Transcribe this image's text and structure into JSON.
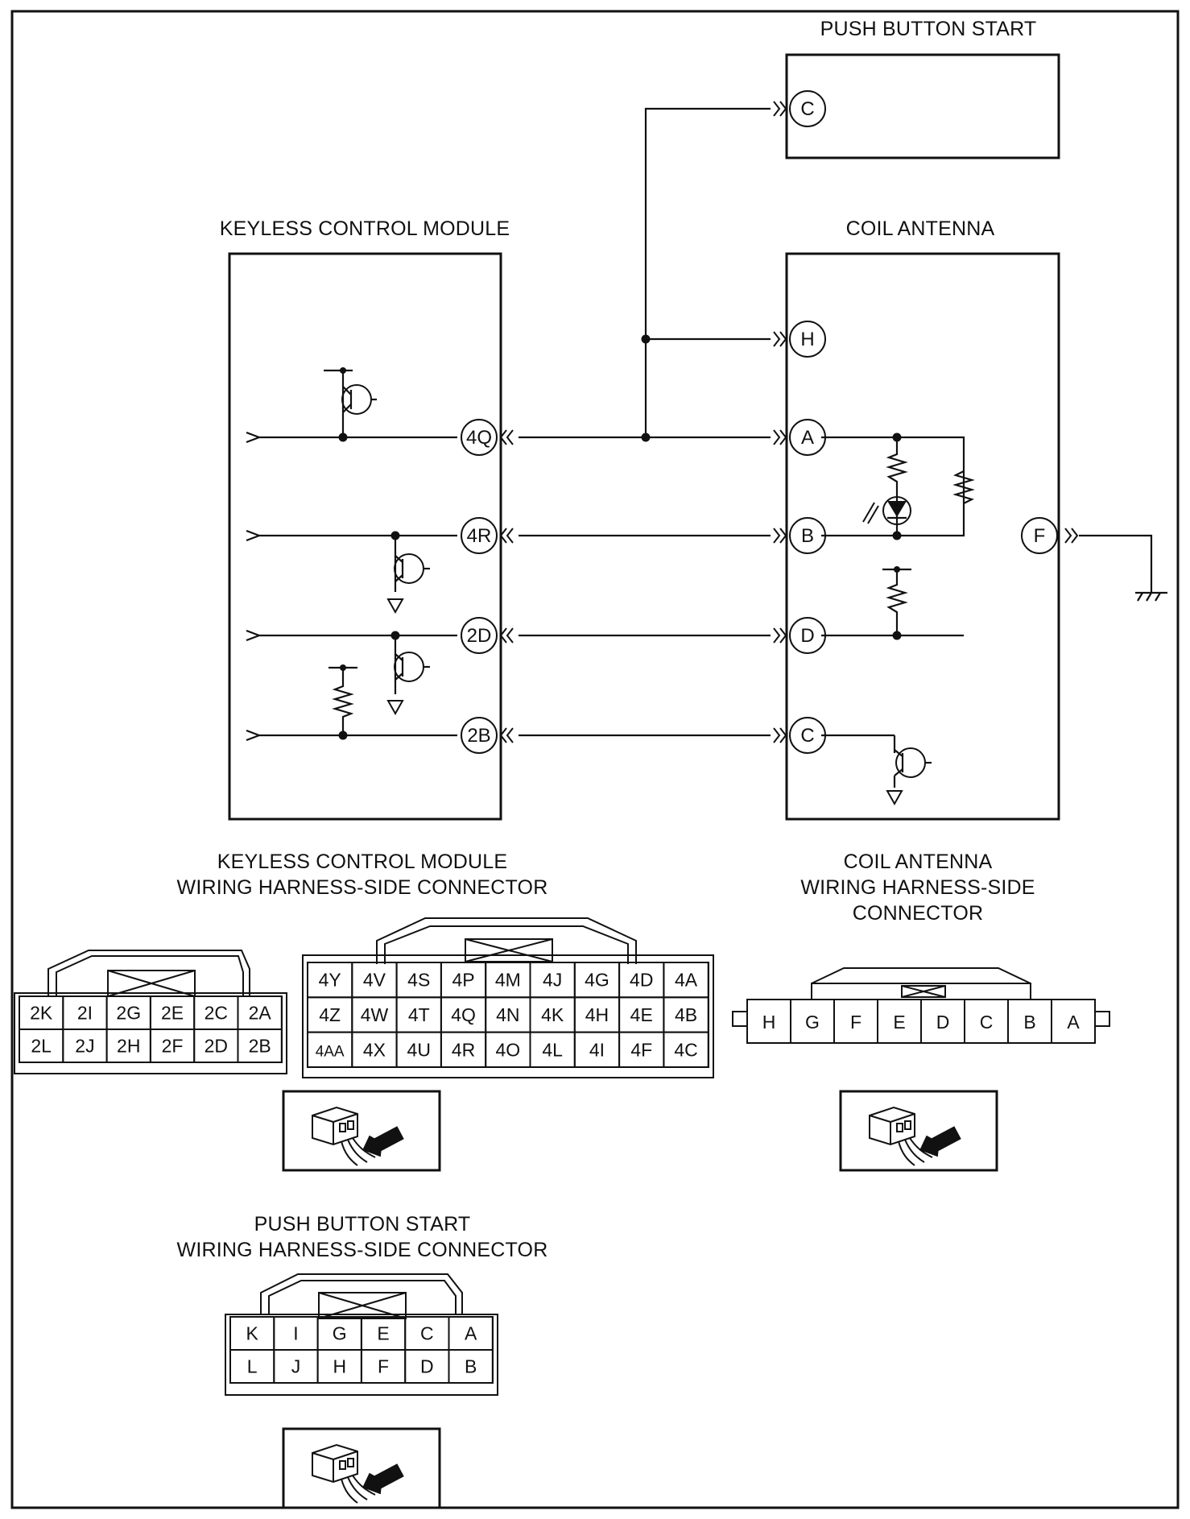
{
  "blocks": {
    "push_button_start": "PUSH BUTTON START",
    "keyless_control_module": "KEYLESS CONTROL MODULE",
    "coil_antenna": "COIL ANTENNA"
  },
  "module_pins": [
    "4Q",
    "4R",
    "2D",
    "2B"
  ],
  "antenna_pins": [
    "H",
    "A",
    "B",
    "D",
    "C"
  ],
  "antenna_ground_pin": "F",
  "push_button_pin": "C",
  "connector_titles": {
    "keyless": [
      "KEYLESS CONTROL MODULE",
      "WIRING HARNESS-SIDE CONNECTOR"
    ],
    "coil": [
      "COIL ANTENNA",
      "WIRING HARNESS-SIDE",
      "CONNECTOR"
    ],
    "push": [
      "PUSH BUTTON START",
      "WIRING HARNESS-SIDE CONNECTOR"
    ]
  },
  "keyless_small_connector": [
    [
      "2K",
      "2I",
      "2G",
      "2E",
      "2C",
      "2A"
    ],
    [
      "2L",
      "2J",
      "2H",
      "2F",
      "2D",
      "2B"
    ]
  ],
  "keyless_large_connector": [
    [
      "4Y",
      "4V",
      "4S",
      "4P",
      "4M",
      "4J",
      "4G",
      "4D",
      "4A"
    ],
    [
      "4Z",
      "4W",
      "4T",
      "4Q",
      "4N",
      "4K",
      "4H",
      "4E",
      "4B"
    ],
    [
      "4AA",
      "4X",
      "4U",
      "4R",
      "4O",
      "4L",
      "4I",
      "4F",
      "4C"
    ]
  ],
  "coil_connector": [
    "H",
    "G",
    "F",
    "E",
    "D",
    "C",
    "B",
    "A"
  ],
  "push_connector": [
    [
      "K",
      "I",
      "G",
      "E",
      "C",
      "A"
    ],
    [
      "L",
      "J",
      "H",
      "F",
      "D",
      "B"
    ]
  ]
}
